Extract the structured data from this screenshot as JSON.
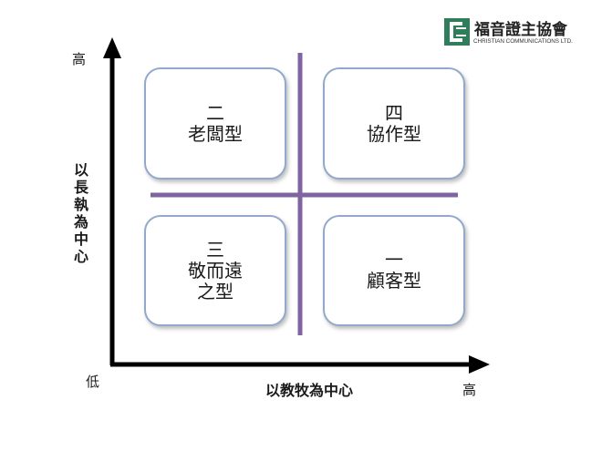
{
  "logo": {
    "chinese_name": "福音證主協會",
    "english_name": "CHRISTIAN COMMUNICATIONS LTD."
  },
  "axes": {
    "y_title": "以長執為中心",
    "y_high": "高",
    "x_title": "以教牧為中心",
    "x_high": "高",
    "origin_low": "低"
  },
  "quadrants": {
    "top_left": {
      "number": "二",
      "name": "老闆型"
    },
    "top_right": {
      "number": "四",
      "name": "協作型"
    },
    "bottom_left": {
      "number": "三",
      "name_line1": "敬而遠",
      "name_line2": "之型"
    },
    "bottom_right": {
      "number": "一",
      "name": "顧客型"
    }
  },
  "colors": {
    "axis": "#000000",
    "divider": "#8064a2",
    "box_border": "#93a9cc",
    "logo_green": "#2e7d5b"
  }
}
